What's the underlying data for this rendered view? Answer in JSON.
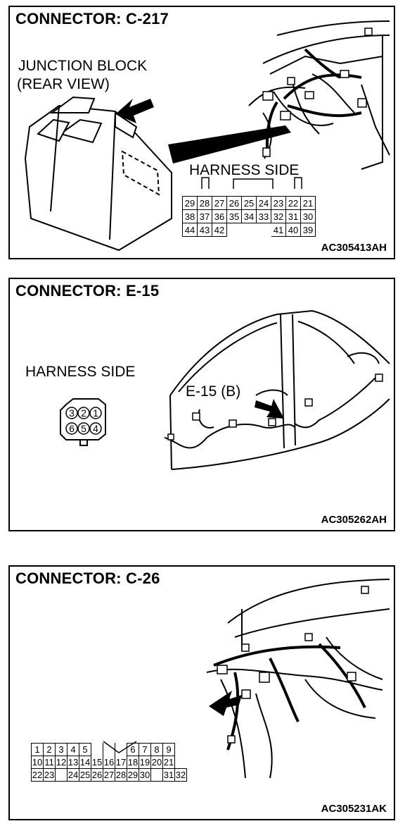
{
  "panels": [
    {
      "title": "CONNECTOR: C-217",
      "code": "AC305413AH",
      "labels": {
        "junction": "JUNCTION BLOCK",
        "junction_sub": "(REAR VIEW)",
        "harness": "HARNESS SIDE"
      },
      "pins": [
        [
          "29",
          "28",
          "27",
          "26",
          "25",
          "24",
          "23",
          "22",
          "21"
        ],
        [
          "38",
          "37",
          "36",
          "35",
          "34",
          "33",
          "32",
          "31",
          "30"
        ],
        [
          "44",
          "43",
          "42",
          "",
          "",
          "",
          "41",
          "40",
          "39"
        ]
      ]
    },
    {
      "title": "CONNECTOR: E-15",
      "code": "AC305262AH",
      "labels": {
        "harness": "HARNESS SIDE",
        "callout": "E-15 (B)"
      },
      "pins": [
        "3",
        "2",
        "1",
        "6",
        "5",
        "4"
      ]
    },
    {
      "title": "CONNECTOR: C-26",
      "code": "AC305231AK",
      "pins": [
        [
          "1",
          "2",
          "3",
          "4",
          "5",
          "",
          "",
          "",
          "6",
          "7",
          "8",
          "9"
        ],
        [
          "10",
          "11",
          "12",
          "13",
          "14",
          "15",
          "16",
          "17",
          "18",
          "19",
          "20",
          "21"
        ],
        [
          "22",
          "23",
          "",
          "24",
          "25",
          "26",
          "27",
          "28",
          "29",
          "30",
          "",
          "31",
          "32"
        ]
      ]
    }
  ]
}
